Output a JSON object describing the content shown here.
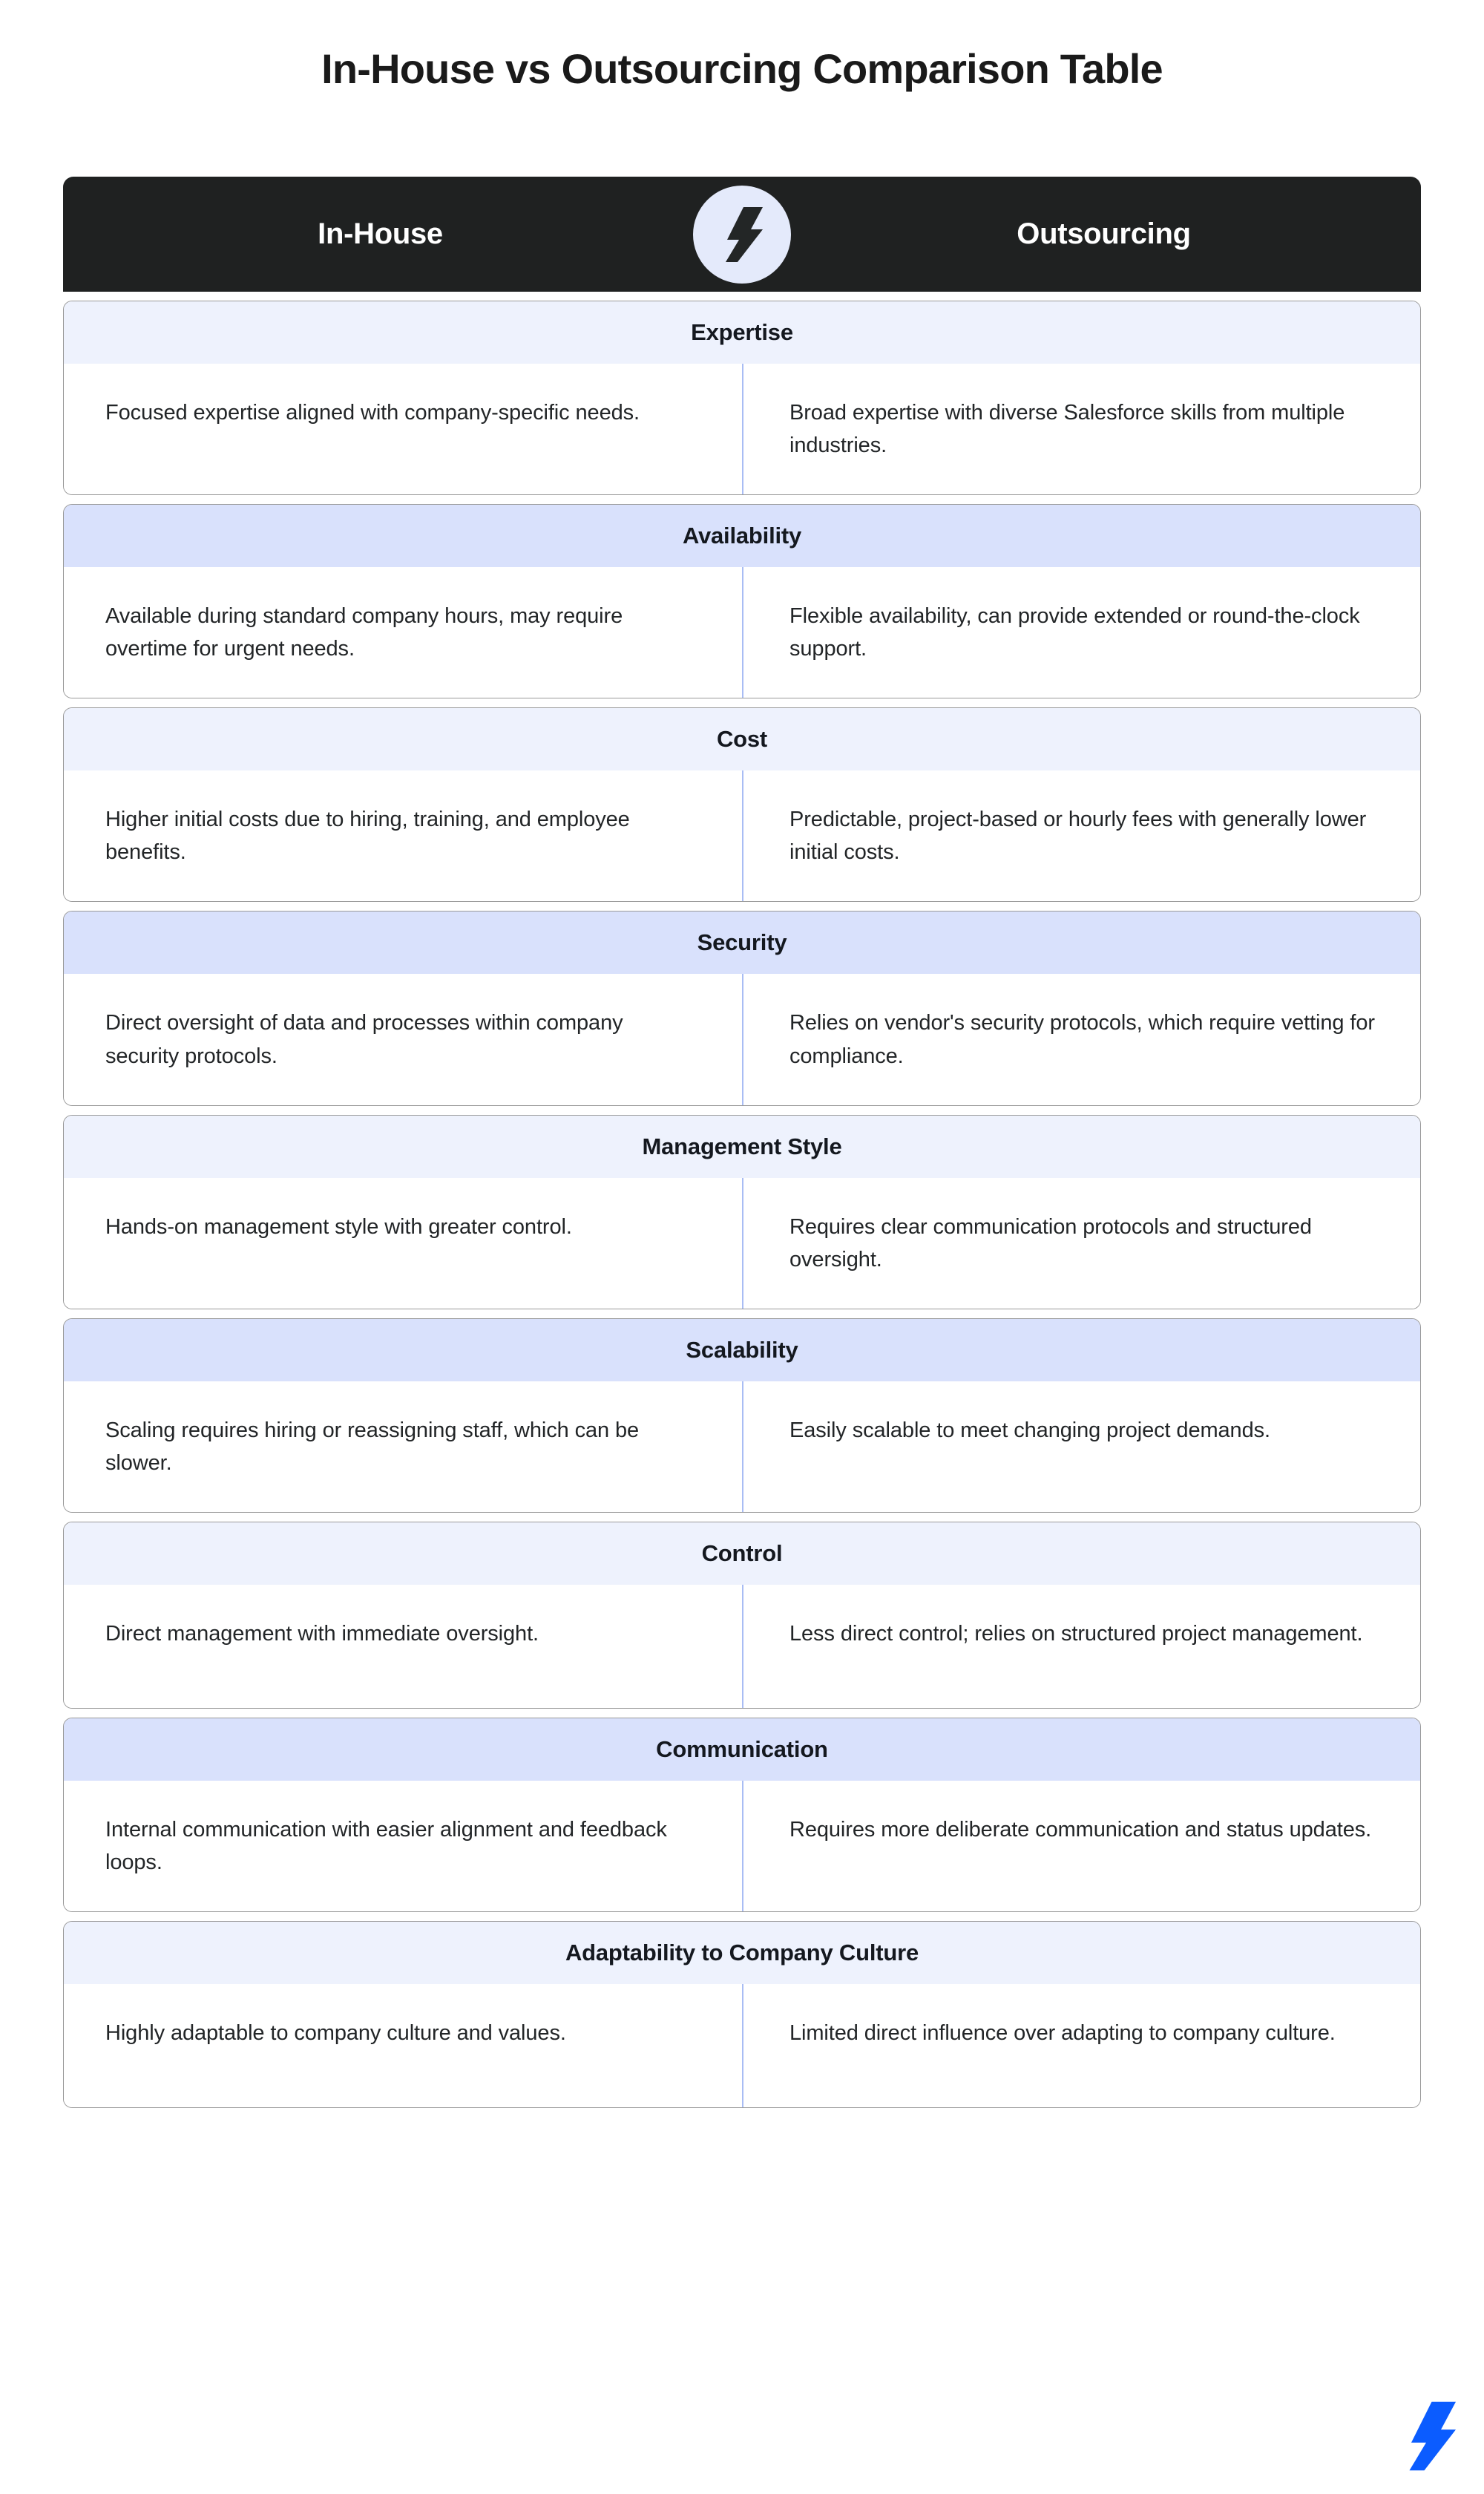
{
  "title": "In-House vs Outsourcing Comparison Table",
  "header": {
    "left_label": "In-House",
    "right_label": "Outsourcing",
    "badge_icon": "lightning-bolt-icon"
  },
  "footer": {
    "logo_icon": "lightning-bolt-icon"
  },
  "colors": {
    "header_bg": "#1f2121",
    "badge_bg": "#e4eafb",
    "band_light": "#eef2fd",
    "band_dark": "#d9e1fc",
    "divider": "#a9bdf4",
    "card_border": "#9a9a9a",
    "title_text": "#1a1a1a",
    "body_text": "#222527",
    "logo_blue": "#0b5cff"
  },
  "columns": [
    "In-House",
    "Outsourcing"
  ],
  "rows": [
    {
      "category": "Expertise",
      "in_house": "Focused expertise aligned with company-specific needs.",
      "outsourcing": "Broad expertise with diverse Salesforce skills from multiple industries."
    },
    {
      "category": "Availability",
      "in_house": "Available during standard company hours, may require overtime for urgent needs.",
      "outsourcing": "Flexible availability, can provide extended or round-the-clock support."
    },
    {
      "category": "Cost",
      "in_house": "Higher initial costs due to hiring, training, and employee benefits.",
      "outsourcing": "Predictable, project-based or hourly fees with generally lower initial costs."
    },
    {
      "category": "Security",
      "in_house": "Direct oversight of data and processes within company security protocols.",
      "outsourcing": "Relies on vendor's security protocols, which require vetting for compliance."
    },
    {
      "category": "Management Style",
      "in_house": "Hands-on management style with greater control.",
      "outsourcing": "Requires clear communication protocols and structured oversight."
    },
    {
      "category": "Scalability",
      "in_house": "Scaling requires hiring or reassigning staff, which can be slower.",
      "outsourcing": "Easily scalable to meet changing project demands."
    },
    {
      "category": "Control",
      "in_house": "Direct management with immediate oversight.",
      "outsourcing": "Less direct control; relies on structured project management."
    },
    {
      "category": "Communication",
      "in_house": "Internal communication with easier alignment and feedback loops.",
      "outsourcing": "Requires more deliberate communication and status updates."
    },
    {
      "category": "Adaptability to Company Culture",
      "in_house": "Highly adaptable to company culture and values.",
      "outsourcing": "Limited direct influence over adapting to company culture."
    }
  ]
}
